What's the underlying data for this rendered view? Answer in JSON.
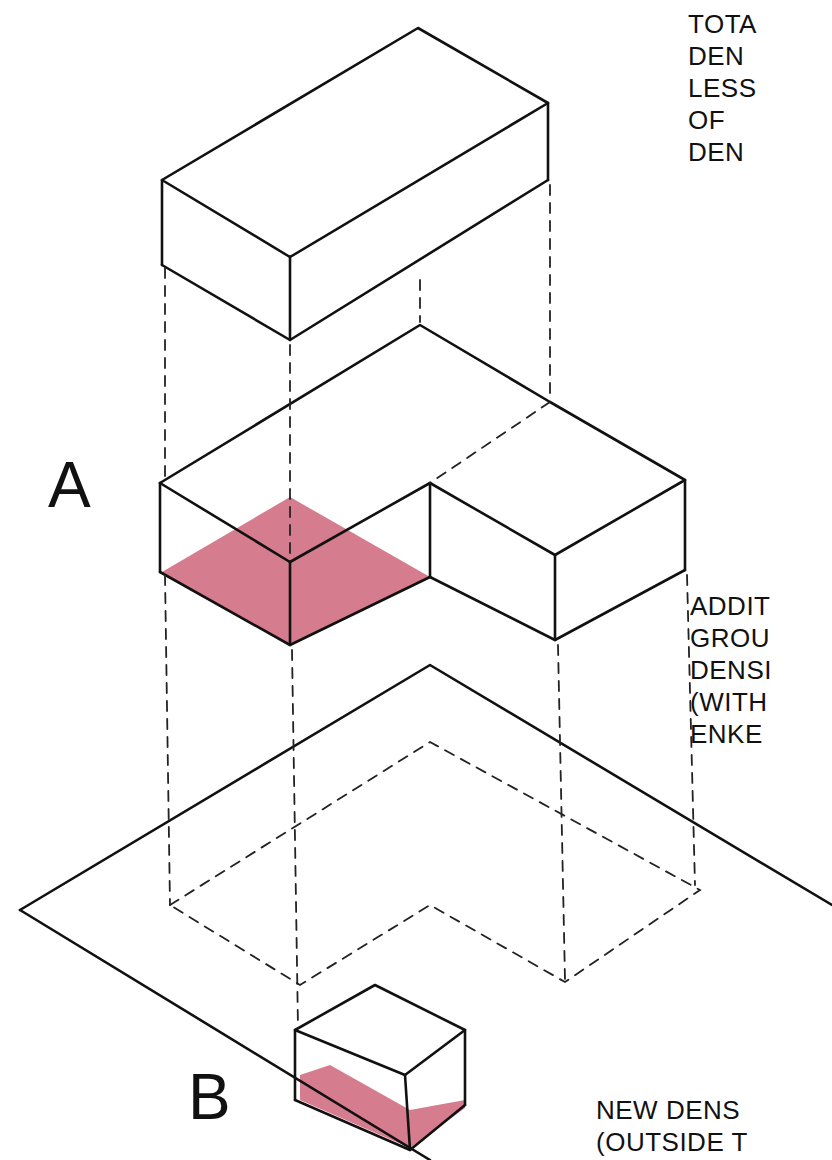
{
  "diagram": {
    "labels": [
      "TOTA DEN LESS OF DEN",
      "A",
      "ADDIT GROU DENSI (WITH ENKE",
      "B",
      "NEW DENS (OUTSIDE T"
    ]
  }
}
